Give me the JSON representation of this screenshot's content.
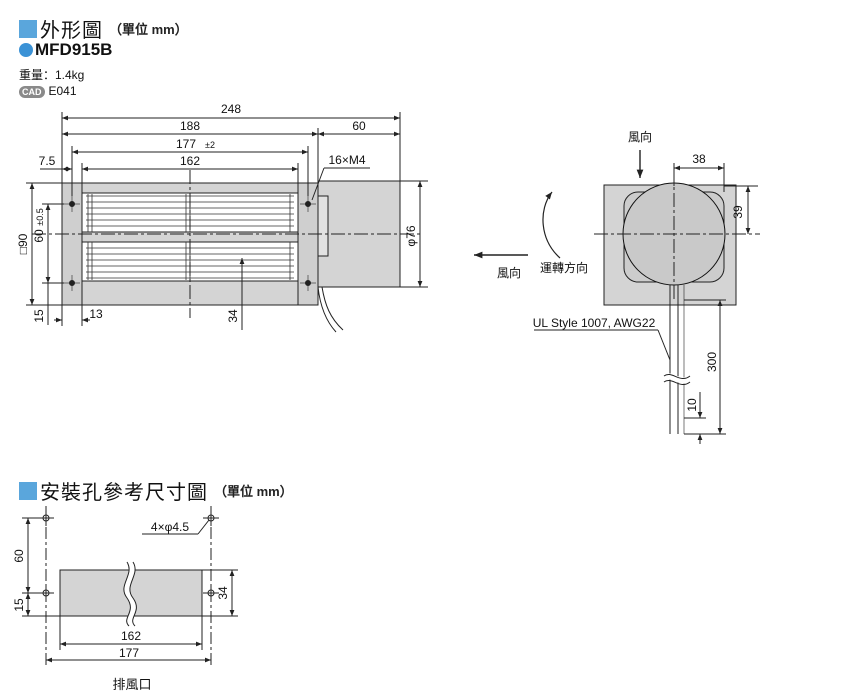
{
  "section1": {
    "title": "外形圖",
    "unit": "（單位 mm）"
  },
  "model": "MFD915B",
  "weight": "重量：1.4kg",
  "cad": {
    "badge": "CAD",
    "code": "E041"
  },
  "front_view": {
    "dims": {
      "overall": "248",
      "body": "188",
      "motor": "60",
      "pitch": "177",
      "pitch_tol": "±2",
      "inner": "162",
      "edge_offset": "7.5",
      "screws": "16×M4",
      "square": "□90",
      "height": "60",
      "height_tol": "±0.5",
      "bottom": "15",
      "side": "13",
      "center": "34",
      "diameter": "φ76"
    }
  },
  "side_view": {
    "airflow_label": "風向",
    "rotation_label": "運轉方向",
    "dims": {
      "d38": "38",
      "d39": "39",
      "d300": "300",
      "d10": "10"
    },
    "cable": "UL Style 1007, AWG22"
  },
  "section2": {
    "title": "安裝孔參考尺寸圖",
    "unit": "（單位 mm）"
  },
  "mount": {
    "holes": "4×φ4.5",
    "d60": "60",
    "d15": "15",
    "d34": "34",
    "d162": "162",
    "d177": "177",
    "exhaust": "排風口"
  },
  "colors": {
    "accent": "#5aa6dc",
    "part_fill": "#d4d4d4",
    "line": "#222222"
  }
}
